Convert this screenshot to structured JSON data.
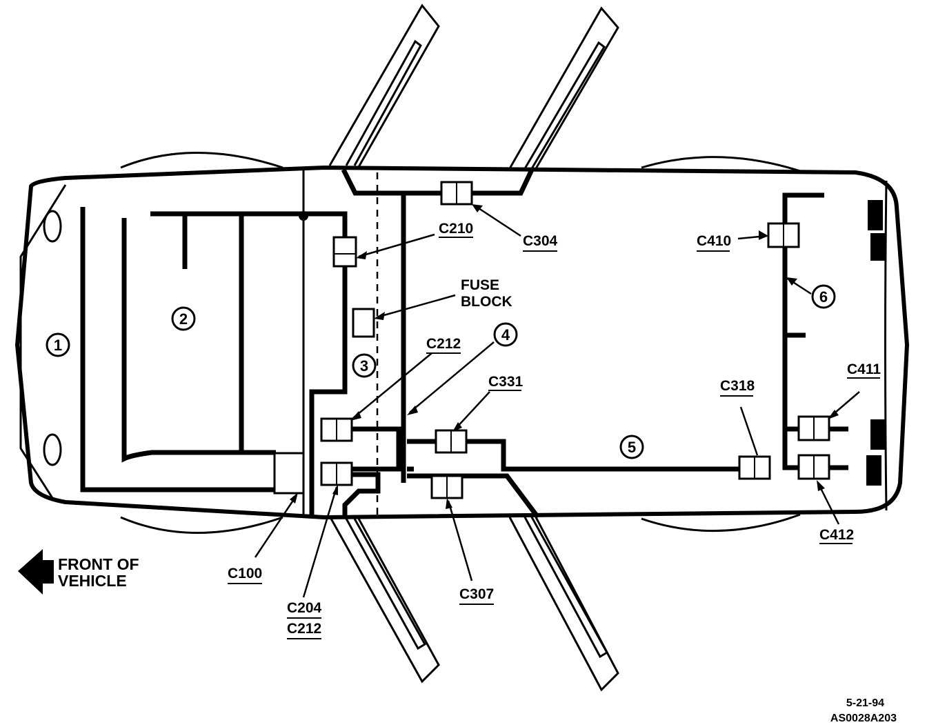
{
  "diagram": {
    "callouts": [
      "1",
      "2",
      "3",
      "4",
      "5",
      "6"
    ],
    "connectors": {
      "c210": "C210",
      "c304": "C304",
      "c410": "C410",
      "c212_top": "C212",
      "c331": "C331",
      "c318": "C318",
      "c411": "C411",
      "c412": "C412",
      "c100": "C100",
      "c204": "C204",
      "c212_bottom": "C212",
      "c307": "C307"
    },
    "fuse_block_line1": "FUSE",
    "fuse_block_line2": "BLOCK",
    "front_line1": "FRONT OF",
    "front_line2": "VEHICLE",
    "date": "5-21-94",
    "figure_id": "AS0028A203"
  }
}
